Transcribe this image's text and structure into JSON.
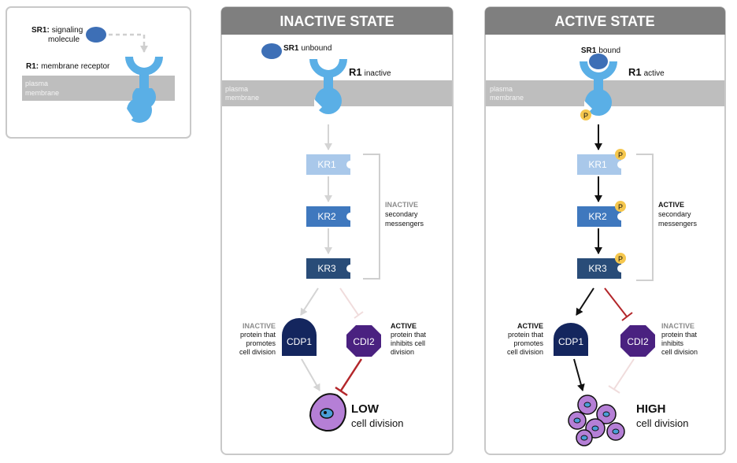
{
  "legend": {
    "sr1_name": "SR1:",
    "sr1_desc_line1": "signaling",
    "sr1_desc_line2": "molecule",
    "r1_name": "R1:",
    "r1_desc": "membrane receptor",
    "membrane_line1": "plasma",
    "membrane_line2": "membrane"
  },
  "inactive": {
    "title": "INACTIVE STATE",
    "sr1_name": "SR1",
    "sr1_status": "unbound",
    "r1_name": "R1",
    "r1_status": "inactive",
    "membrane_line1": "plasma",
    "membrane_line2": "membrane",
    "kinases": [
      "KR1",
      "KR2",
      "KR3"
    ],
    "bracket_title": "INACTIVE",
    "bracket_line2": "secondary",
    "bracket_line3": "messengers",
    "cdp1_label": "CDP1",
    "cdi2_label": "CDI2",
    "cdp1_state": "INACTIVE",
    "cdp1_desc": [
      "protein that",
      "promotes",
      "cell division"
    ],
    "cdi2_state": "ACTIVE",
    "cdi2_desc": [
      "protein that",
      "inhibits cell",
      "division"
    ],
    "result_title": "LOW",
    "result_desc": "cell division"
  },
  "active": {
    "title": "ACTIVE STATE",
    "sr1_name": "SR1",
    "sr1_status": "bound",
    "r1_name": "R1",
    "r1_status": "active",
    "membrane_line1": "plasma",
    "membrane_line2": "membrane",
    "phosphate": "P",
    "kinases": [
      "KR1",
      "KR2",
      "KR3"
    ],
    "bracket_title": "ACTIVE",
    "bracket_line2": "secondary",
    "bracket_line3": "messengers",
    "cdp1_label": "CDP1",
    "cdi2_label": "CDI2",
    "cdp1_state": "ACTIVE",
    "cdp1_desc": [
      "protein that",
      "promotes",
      "cell division"
    ],
    "cdi2_state": "INACTIVE",
    "cdi2_desc": [
      "protein that",
      "inhibits",
      "cell division"
    ],
    "result_title": "HIGH",
    "result_desc": "cell division"
  },
  "colors": {
    "header": "#7f7f7f",
    "membrane": "#bebebe",
    "receptor": "#5aafe6",
    "sr1": "#3d6fb6",
    "kr1": "#a9c8ea",
    "kr2": "#3f78be",
    "kr3": "#294c78",
    "cdp1": "#14265e",
    "cdi2": "#4a2180",
    "phosphate": "#f5c74e",
    "cell": "#b57fd6",
    "inhibit": "#b3262a",
    "faded_arrow": "#d4d4d4"
  }
}
